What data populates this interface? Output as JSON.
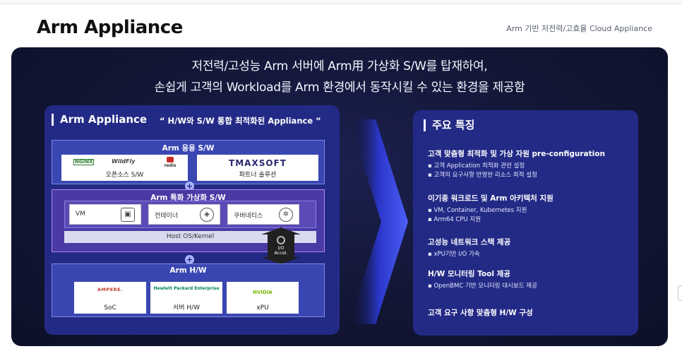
{
  "header": {
    "title": "Arm Appliance",
    "subtitle": "Arm 기반 저전력/고효율 Cloud Appliance"
  },
  "headline": {
    "line1": "저전력/고성능 Arm 서버에 Arm用 가상화 S/W를 탑재하여,",
    "line2": "손쉽게 고객의 Workload를 Arm 환경에서 동작시킬 수 있는 환경을 제공함"
  },
  "left_card": {
    "title": "Arm Appliance",
    "quote": "“ H/W와 S/W 통합 최적화된 Appliance ”",
    "app_layer": {
      "title": "Arm 응용 S/W",
      "oss": {
        "caption": "오픈소스 S/W",
        "logos": [
          "NGINX",
          "WildFly",
          "redis"
        ]
      },
      "partner": {
        "caption": "파트너 솔루션",
        "logo": "TMAXSOFT"
      }
    },
    "plus_symbol": "+",
    "special_layer": {
      "title": "Arm 특화 가상화 S/W",
      "items": [
        {
          "label": "VM",
          "icon": "monitor-icon"
        },
        {
          "label": "컨테이너",
          "icon": "container-icon"
        },
        {
          "label": "쿠버네티스",
          "icon": "kubernetes-icon"
        }
      ],
      "host": "Host OS/Kernel"
    },
    "io_accel": {
      "line1": "I/O",
      "line2": "Accel."
    },
    "hw_layer": {
      "title": "Arm H/W",
      "items": [
        {
          "logo": "AMPERE.",
          "caption": "SoC"
        },
        {
          "logo": "Hewlett Packard Enterprise",
          "caption": "서버 H/W"
        },
        {
          "logo": "NVIDIA",
          "caption": "xPU"
        }
      ]
    }
  },
  "right_card": {
    "title": "주요 특징",
    "features": [
      {
        "heading": "고객 맞춤형 최적화 및 가상 자원 pre-configuration",
        "bullets": [
          "▪ 고객 Application 최적화 관련 설정",
          "▪ 고객의 요구사항 반영한 리소스 최적 설정"
        ]
      },
      {
        "heading": "이기종 워크로드 및 Arm 아키텍처 지원",
        "bullets": [
          "▪ VM, Container, Kubernetes 지원",
          "▪ Arm64 CPU 지원"
        ]
      },
      {
        "heading": "고성능 네트워크 스택 제공",
        "bullets": [
          "▪ xPU기반 I/O 가속"
        ]
      },
      {
        "heading": "H/W 모니터링 Tool 제공",
        "bullets": [
          "▪ OpenBMC 기반 모니터링 대시보드 제공"
        ]
      },
      {
        "heading": "고객 요구 사항 맞춤형 H/W 구성",
        "bullets": []
      }
    ]
  },
  "colors": {
    "panel_bg": "#121634",
    "card_bg": "#232a86",
    "arrow": "#3b4cf0"
  }
}
